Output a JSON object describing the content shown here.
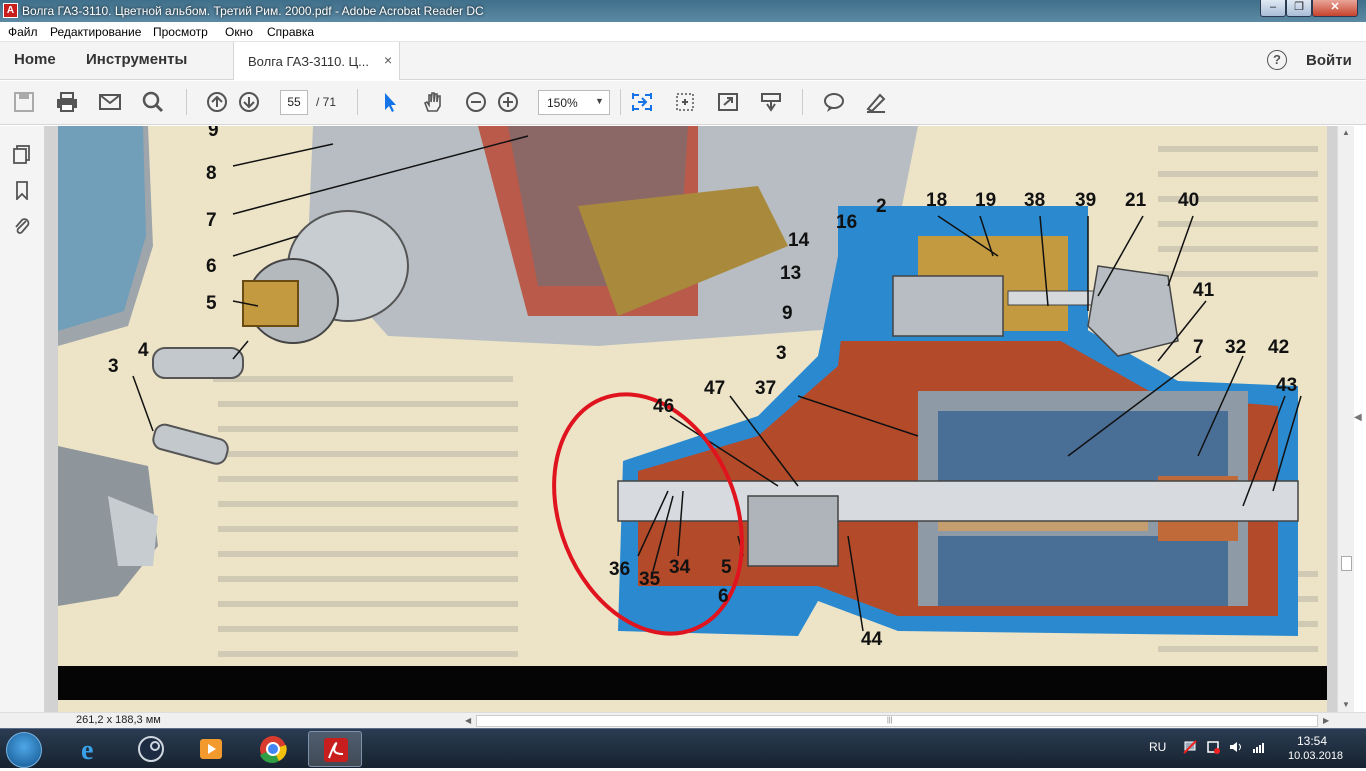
{
  "window": {
    "title": "Волга ГАЗ-3110. Цветной альбом. Третий Рим. 2000.pdf - Adobe Acrobat Reader DC",
    "app_icon": "acrobat-icon"
  },
  "menu": [
    "Файл",
    "Редактирование",
    "Просмотр",
    "Окно",
    "Справка"
  ],
  "tabs": {
    "home": "Home",
    "tools": "Инструменты",
    "document": "Волга ГАЗ-3110. Ц...",
    "close": "×"
  },
  "header": {
    "help": "?",
    "signin": "Войти"
  },
  "toolbar": {
    "page_current": "55",
    "page_total": "/ 71",
    "zoom": "150%"
  },
  "icons": [
    "save-icon",
    "print-icon",
    "email-icon",
    "search-icon",
    "prev-page-icon",
    "next-page-icon",
    "select-cursor-icon",
    "hand-tool-icon",
    "zoom-out-icon",
    "zoom-in-icon",
    "fit-page-icon",
    "rotate-icon",
    "fullscreen-icon",
    "scroll-mode-icon",
    "comment-icon",
    "sign-icon",
    "thumbnails-icon",
    "bookmark-icon",
    "attachment-icon"
  ],
  "diagram": {
    "left_labels": [
      "9",
      "8",
      "7",
      "6",
      "5",
      "4",
      "3"
    ],
    "right_labels": [
      "18",
      "19",
      "38",
      "39",
      "21",
      "40",
      "2",
      "16",
      "14",
      "13",
      "9",
      "41",
      "3",
      "7",
      "32",
      "42",
      "43",
      "37",
      "47",
      "46",
      "36",
      "35",
      "34",
      "5",
      "6",
      "44"
    ]
  },
  "status": {
    "page_size": "261,2 x 188,3 мм"
  },
  "taskbar": {
    "lang": "RU",
    "time": "13:54",
    "date": "10.03.2018"
  },
  "colors": {
    "accent": "#1473e6",
    "title_bar": "#4b7a95",
    "highlight_circle": "#e0141e"
  }
}
